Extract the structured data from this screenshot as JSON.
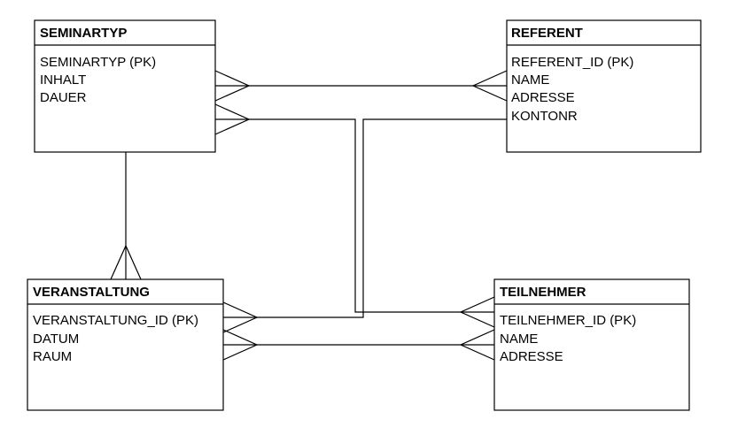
{
  "entities": {
    "seminartyp": {
      "title": "SEMINARTYP",
      "attributes": [
        "SEMINARTYP (PK)",
        "INHALT",
        "DAUER"
      ]
    },
    "referent": {
      "title": "REFERENT",
      "attributes": [
        "REFERENT_ID (PK)",
        "NAME",
        "ADRESSE",
        "KONTONR"
      ]
    },
    "veranstaltung": {
      "title": "VERANSTALTUNG",
      "attributes": [
        "VERANSTALTUNG_ID (PK)",
        "DATUM",
        "RAUM"
      ]
    },
    "teilnehmer": {
      "title": "TEILNEHMER",
      "attributes": [
        "TEILNEHMER_ID (PK)",
        "NAME",
        "ADRESSE"
      ]
    }
  },
  "relationships": [
    {
      "from": "seminartyp",
      "to": "referent",
      "from_end": "many",
      "to_end": "many"
    },
    {
      "from": "seminartyp",
      "to": "veranstaltung",
      "from_end": "one",
      "to_end": "many"
    },
    {
      "from": "seminartyp",
      "to": "teilnehmer",
      "from_end": "many",
      "to_end": "many"
    },
    {
      "from": "referent",
      "to": "veranstaltung",
      "from_end": "one",
      "to_end": "many"
    },
    {
      "from": "veranstaltung",
      "to": "teilnehmer",
      "from_end": "many",
      "to_end": "many"
    }
  ]
}
